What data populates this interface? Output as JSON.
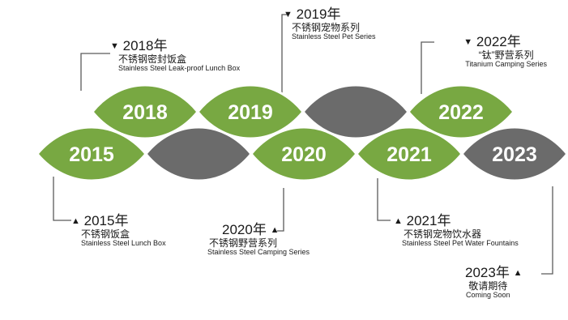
{
  "colors": {
    "green": "#78a842",
    "gray": "#6b6b6b",
    "line": "#5a5a5a",
    "pageBg": "#ffffff"
  },
  "timeline": {
    "lobes": [
      {
        "year": "2015",
        "color": "green"
      },
      {
        "year": "2018",
        "color": "green"
      },
      {
        "year": "",
        "color": "gray"
      },
      {
        "year": "2019",
        "color": "green"
      },
      {
        "year": "2020",
        "color": "green"
      },
      {
        "year": "",
        "color": "gray"
      },
      {
        "year": "2021",
        "color": "green"
      },
      {
        "year": "2022",
        "color": "green"
      },
      {
        "year": "2023",
        "color": "gray"
      }
    ]
  },
  "milestones": {
    "y2015": {
      "year": "2015年",
      "marker": "▲",
      "cn": "不锈钢饭盒",
      "en": "Stainless Steel Lunch Box"
    },
    "y2018": {
      "year": "2018年",
      "marker": "▼",
      "cn": "不锈钢密封饭盒",
      "en": "Stainless Steel Leak-proof Lunch Box"
    },
    "y2019": {
      "year": "2019年",
      "marker": "▼",
      "cn": "不锈钢宠物系列",
      "en": "Stainless Steel Pet Series"
    },
    "y2020": {
      "year": "2020年",
      "marker": "▲",
      "cn": "不锈钢野营系列",
      "en": "Stainless Steel Camping Series"
    },
    "y2021": {
      "year": "2021年",
      "marker": "▲",
      "cn": "不锈钢宠物饮水器",
      "en": "Stainless Steel Pet Water Fountains"
    },
    "y2022": {
      "year": "2022年",
      "marker": "▼",
      "cn": "“钛”野营系列",
      "en": "Titanium Camping Series"
    },
    "y2023": {
      "year": "2023年",
      "marker": "▲",
      "cn": "敬请期待",
      "en": "Coming Soon"
    }
  }
}
